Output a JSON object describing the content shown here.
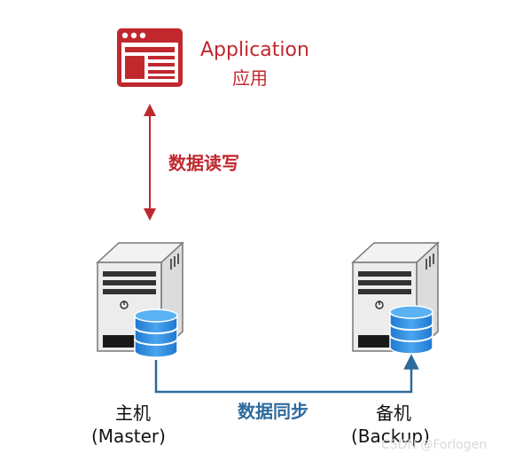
{
  "application": {
    "title": "Application",
    "subtitle": "应用",
    "icon": "app-window-icon"
  },
  "arrow_label": "数据读写",
  "sync_label": "数据同步",
  "master": {
    "name": "主机",
    "role": "(Master)",
    "icon": "server-tower-icon"
  },
  "backup": {
    "name": "备机",
    "role": "(Backup)",
    "icon": "server-tower-icon"
  },
  "watermark": "CSDN @Forlogen",
  "colors": {
    "accent_red": "#c0282e",
    "sync_blue": "#2e6a9c",
    "db_blue": "#2f8fe0"
  }
}
